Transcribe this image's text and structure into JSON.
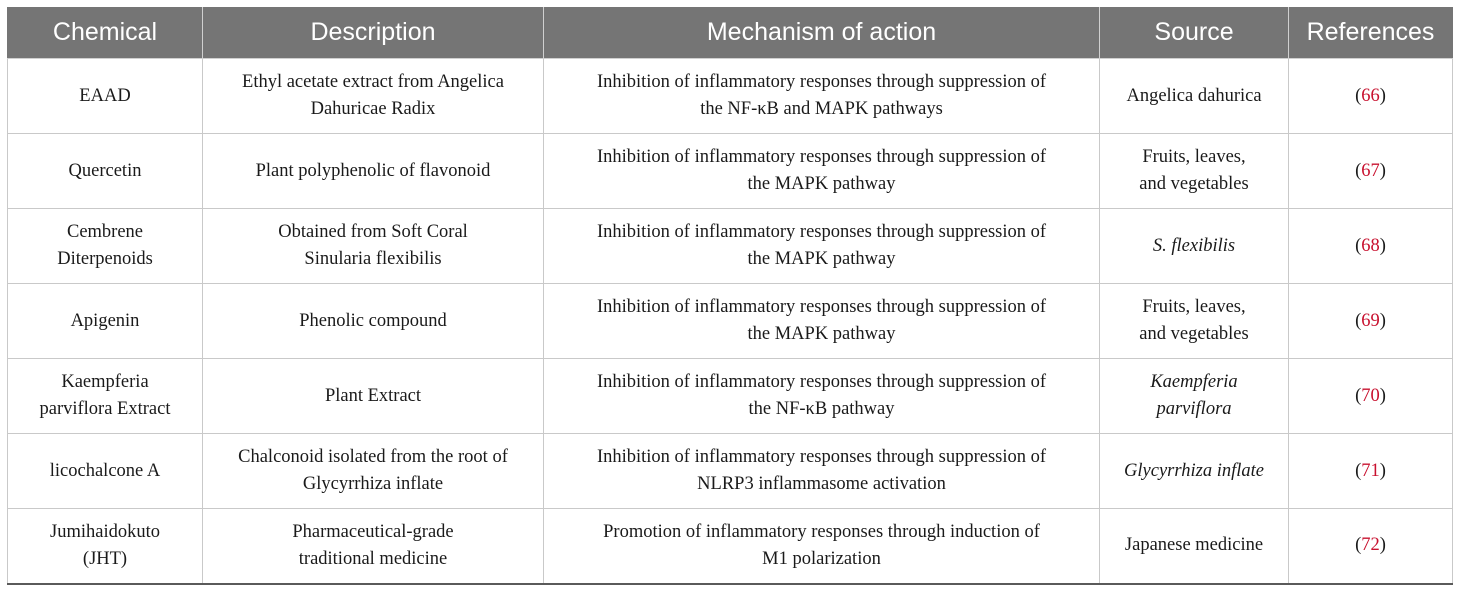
{
  "table": {
    "headers": [
      "Chemical",
      "Description",
      "Mechanism of action",
      "Source",
      "References"
    ],
    "rows": [
      {
        "chemical": [
          "EAAD"
        ],
        "description": [
          "Ethyl acetate extract from Angelica",
          "Dahuricae Radix"
        ],
        "mechanism": [
          "Inhibition of inflammatory responses through suppression of",
          "the NF-κB and MAPK pathways"
        ],
        "source": [
          "Angelica dahurica"
        ],
        "source_italic": false,
        "ref": "66"
      },
      {
        "chemical": [
          "Quercetin"
        ],
        "description": [
          "Plant polyphenolic of flavonoid"
        ],
        "mechanism": [
          "Inhibition of inflammatory responses through suppression of",
          "the MAPK pathway"
        ],
        "source": [
          "Fruits, leaves,",
          "and vegetables"
        ],
        "source_italic": false,
        "ref": "67"
      },
      {
        "chemical": [
          "Cembrene",
          "Diterpenoids"
        ],
        "description": [
          "Obtained from Soft Coral",
          "Sinularia flexibilis"
        ],
        "mechanism": [
          "Inhibition of inflammatory responses through suppression of",
          "the MAPK pathway"
        ],
        "source": [
          "S. flexibilis"
        ],
        "source_italic": true,
        "ref": "68"
      },
      {
        "chemical": [
          "Apigenin"
        ],
        "description": [
          "Phenolic compound"
        ],
        "mechanism": [
          "Inhibition of inflammatory responses through suppression of",
          "the MAPK pathway"
        ],
        "source": [
          "Fruits, leaves,",
          "and vegetables"
        ],
        "source_italic": false,
        "ref": "69"
      },
      {
        "chemical": [
          "Kaempferia",
          "parviflora Extract"
        ],
        "description": [
          "Plant Extract"
        ],
        "mechanism": [
          "Inhibition of inflammatory responses through suppression of",
          "the NF-κB pathway"
        ],
        "source": [
          "Kaempferia",
          "parviflora"
        ],
        "source_italic": true,
        "ref": "70"
      },
      {
        "chemical": [
          "licochalcone A"
        ],
        "description": [
          "Chalconoid isolated from the root of",
          "Glycyrrhiza inflate"
        ],
        "mechanism": [
          "Inhibition of inflammatory responses through suppression of",
          "NLRP3 inflammasome activation"
        ],
        "source": [
          "Glycyrrhiza inflate"
        ],
        "source_italic": true,
        "ref": "71"
      },
      {
        "chemical": [
          "Jumihaidokuto",
          "(JHT)"
        ],
        "description": [
          "Pharmaceutical-grade",
          "traditional medicine"
        ],
        "mechanism": [
          "Promotion of inflammatory responses through induction of",
          "M1 polarization"
        ],
        "source": [
          "Japanese medicine"
        ],
        "source_italic": false,
        "ref": "72"
      }
    ]
  },
  "colors": {
    "header_bg": "#757575",
    "header_text": "#ffffff",
    "reference_link": "#c8102e",
    "grid": "#c9c9c9"
  }
}
